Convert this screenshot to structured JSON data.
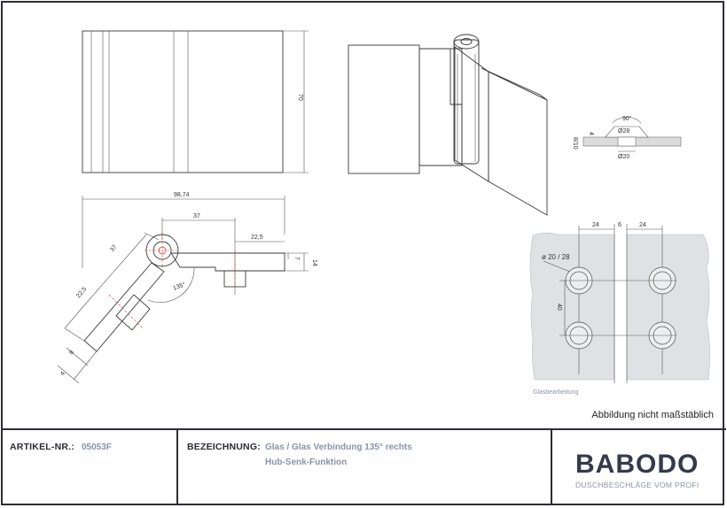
{
  "drawing": {
    "dims": {
      "height_70": "70",
      "total_98_74": "98,74",
      "d37_top": "37",
      "d22_5_top": "22,5",
      "d7": "7",
      "d14": "14",
      "d37_diag": "37",
      "d22_5_diag": "22,5",
      "d8": "8",
      "d4_left": "4",
      "angle_135": "135°"
    },
    "detail": {
      "angle_90": "90°",
      "d28": "Ø28",
      "d20": "Ø20",
      "d4": "4",
      "d8_10": "8/10"
    },
    "glass": {
      "d24_left": "24",
      "d6": "6",
      "d24_right": "24",
      "hole": "ø 20 / 28",
      "d40": "40",
      "caption": "Glasbearbeitung"
    },
    "note": "Abbildung nicht maßstäblich"
  },
  "titleblock": {
    "article_label": "ARTIKEL-NR.:",
    "article_value": "05053F",
    "designation_label": "BEZEICHNUNG:",
    "designation_line1": "Glas / Glas Verbindung 135° rechts",
    "designation_line2": "Hub-Senk-Funktion",
    "brand": "BABODO",
    "brand_sub": "DUSCHBESCHLÄGE VOM PROFI"
  }
}
